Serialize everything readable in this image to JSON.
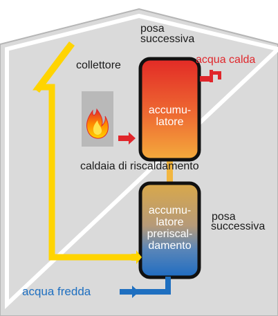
{
  "labels": {
    "posa_top_line1": "posa",
    "posa_top_line2": "successiva",
    "collettore": "collettore",
    "acqua_calda": "acqua calda",
    "caldaia": "caldaia di riscaldamento",
    "posa_right_line1": "posa",
    "posa_right_line2": "successiva",
    "acqua_fredda": "acqua fredda"
  },
  "upper_tank": [
    "accumu-",
    "latore"
  ],
  "lower_tank": [
    "accumu-",
    "latore",
    "preriscal-",
    "damento"
  ],
  "icons": [
    "flame-icon",
    "faucet-icon",
    "arrow-right-icon"
  ],
  "colors": {
    "house_wall": "#dadada",
    "house_outline": "#b5b5b5",
    "pipe_yellow": "#ffd400",
    "hot_red": "#e0262b",
    "cold_blue": "#1e6fc0",
    "tank_hot_top": "#e8382a",
    "tank_hot_bottom": "#f3a23b",
    "tank_pre_top": "#d6a84a",
    "tank_pre_bottom": "#2f7ac6"
  }
}
